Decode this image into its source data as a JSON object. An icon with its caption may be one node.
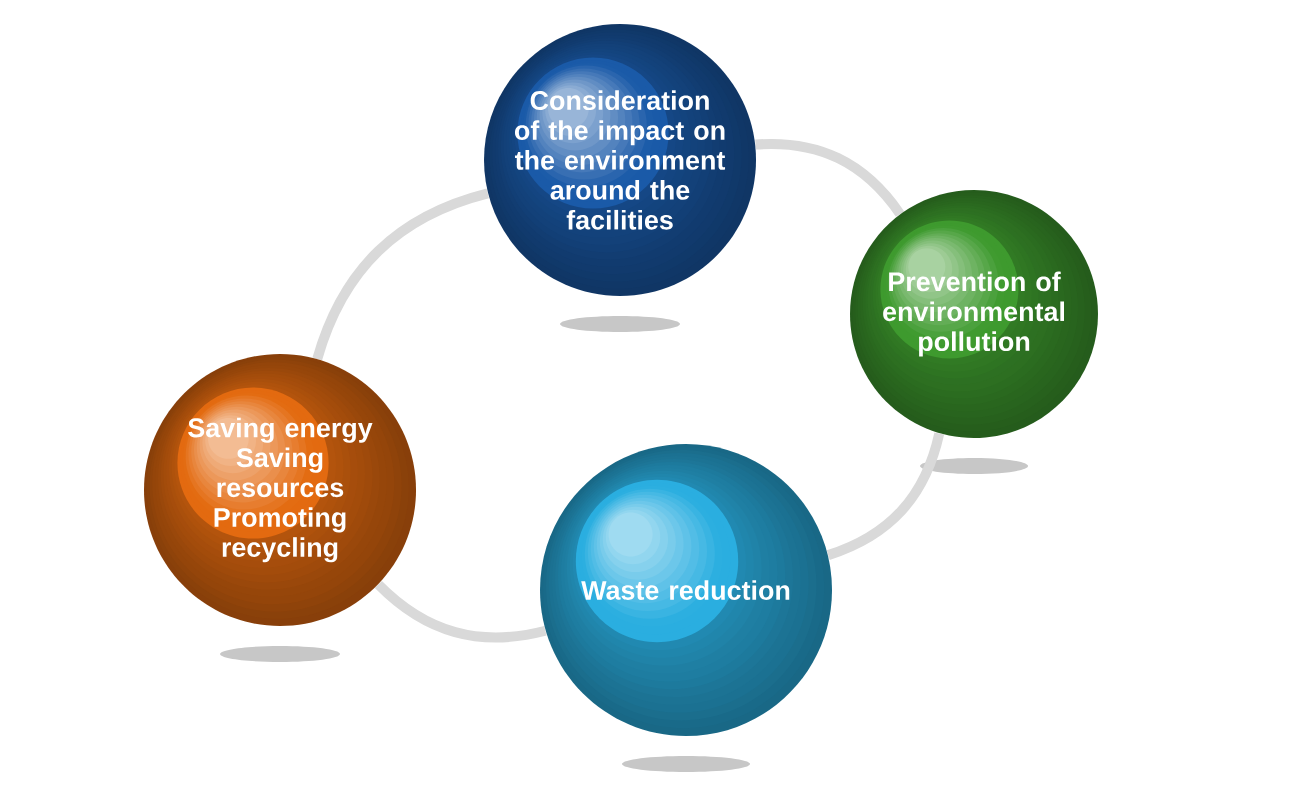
{
  "diagram": {
    "nodes": [
      {
        "text": [
          "Consideration of the impact on the environment around the facilities"
        ]
      },
      {
        "text": [
          "Prevention of environmental pollution"
        ]
      },
      {
        "text": [
          "Saving energy Saving resources Promoting recycling"
        ]
      },
      {
        "text": [
          "Waste reduction"
        ]
      }
    ],
    "edges": [
      {
        "from": 0,
        "to": 1,
        "arrow": "none"
      },
      {
        "from": 1,
        "to": 3,
        "arrow": "none"
      },
      {
        "from": 3,
        "to": 2,
        "arrow": "none"
      },
      {
        "from": 2,
        "to": 0,
        "arrow": "none"
      }
    ]
  }
}
